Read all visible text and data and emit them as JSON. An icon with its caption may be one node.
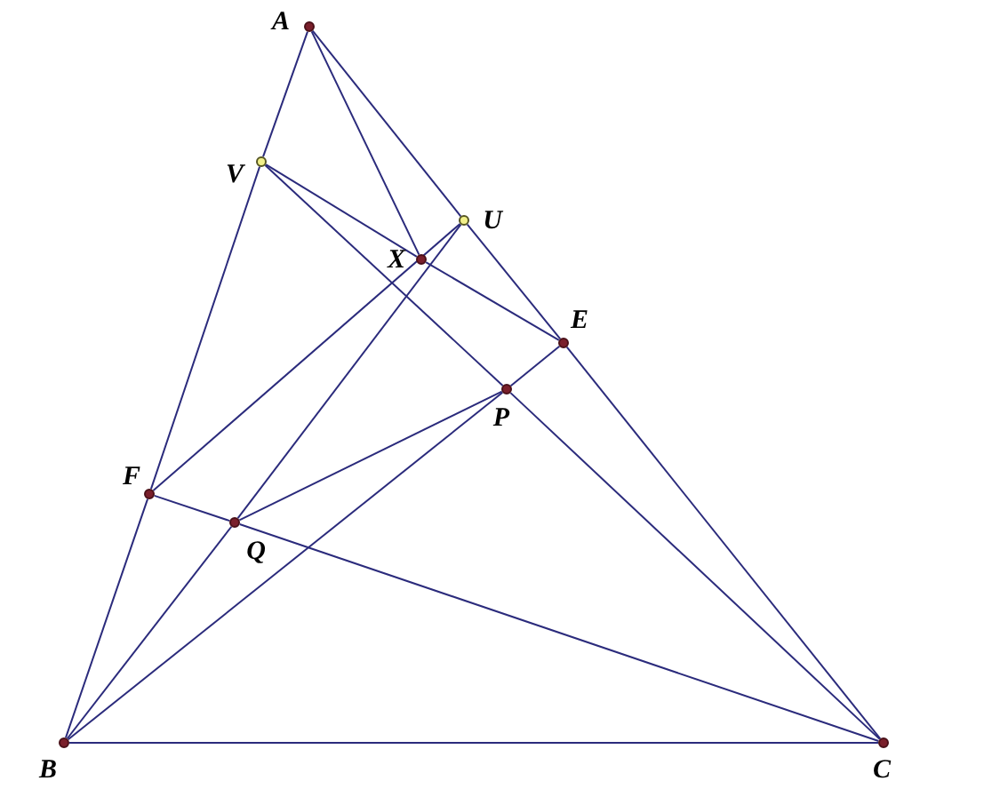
{
  "diagram": {
    "nodes": [
      {
        "text": [
          "A"
        ]
      },
      {
        "text": [
          "V"
        ]
      },
      {
        "text": [
          "U"
        ]
      },
      {
        "text": [
          "X"
        ]
      },
      {
        "text": [
          "E"
        ]
      },
      {
        "text": [
          "P"
        ]
      },
      {
        "text": [
          "F"
        ]
      },
      {
        "text": [
          "Q"
        ]
      },
      {
        "text": [
          "B"
        ]
      },
      {
        "text": [
          "C"
        ]
      }
    ],
    "edges": [
      {
        "from": 0,
        "to": 1,
        "arrow": "none"
      },
      {
        "from": 1,
        "to": 6,
        "arrow": "none"
      },
      {
        "from": 6,
        "to": 8,
        "arrow": "none"
      },
      {
        "from": 0,
        "to": 2,
        "arrow": "none"
      },
      {
        "from": 2,
        "to": 4,
        "arrow": "none"
      },
      {
        "from": 4,
        "to": 9,
        "arrow": "none"
      },
      {
        "from": 8,
        "to": 9,
        "arrow": "none"
      },
      {
        "from": 0,
        "to": 3,
        "arrow": "none"
      },
      {
        "from": 1,
        "to": 3,
        "arrow": "none"
      },
      {
        "from": 3,
        "to": 4,
        "arrow": "none"
      },
      {
        "from": 1,
        "to": 5,
        "arrow": "none"
      },
      {
        "from": 5,
        "to": 9,
        "arrow": "none"
      },
      {
        "from": 6,
        "to": 2,
        "arrow": "none"
      },
      {
        "from": 8,
        "to": 7,
        "arrow": "none"
      },
      {
        "from": 7,
        "to": 2,
        "arrow": "none"
      },
      {
        "from": 7,
        "to": 5,
        "arrow": "none"
      },
      {
        "from": 5,
        "to": 4,
        "arrow": "none"
      },
      {
        "from": 8,
        "to": 5,
        "arrow": "none"
      },
      {
        "from": 6,
        "to": 7,
        "arrow": "none"
      },
      {
        "from": 7,
        "to": 9,
        "arrow": "none"
      }
    ]
  }
}
